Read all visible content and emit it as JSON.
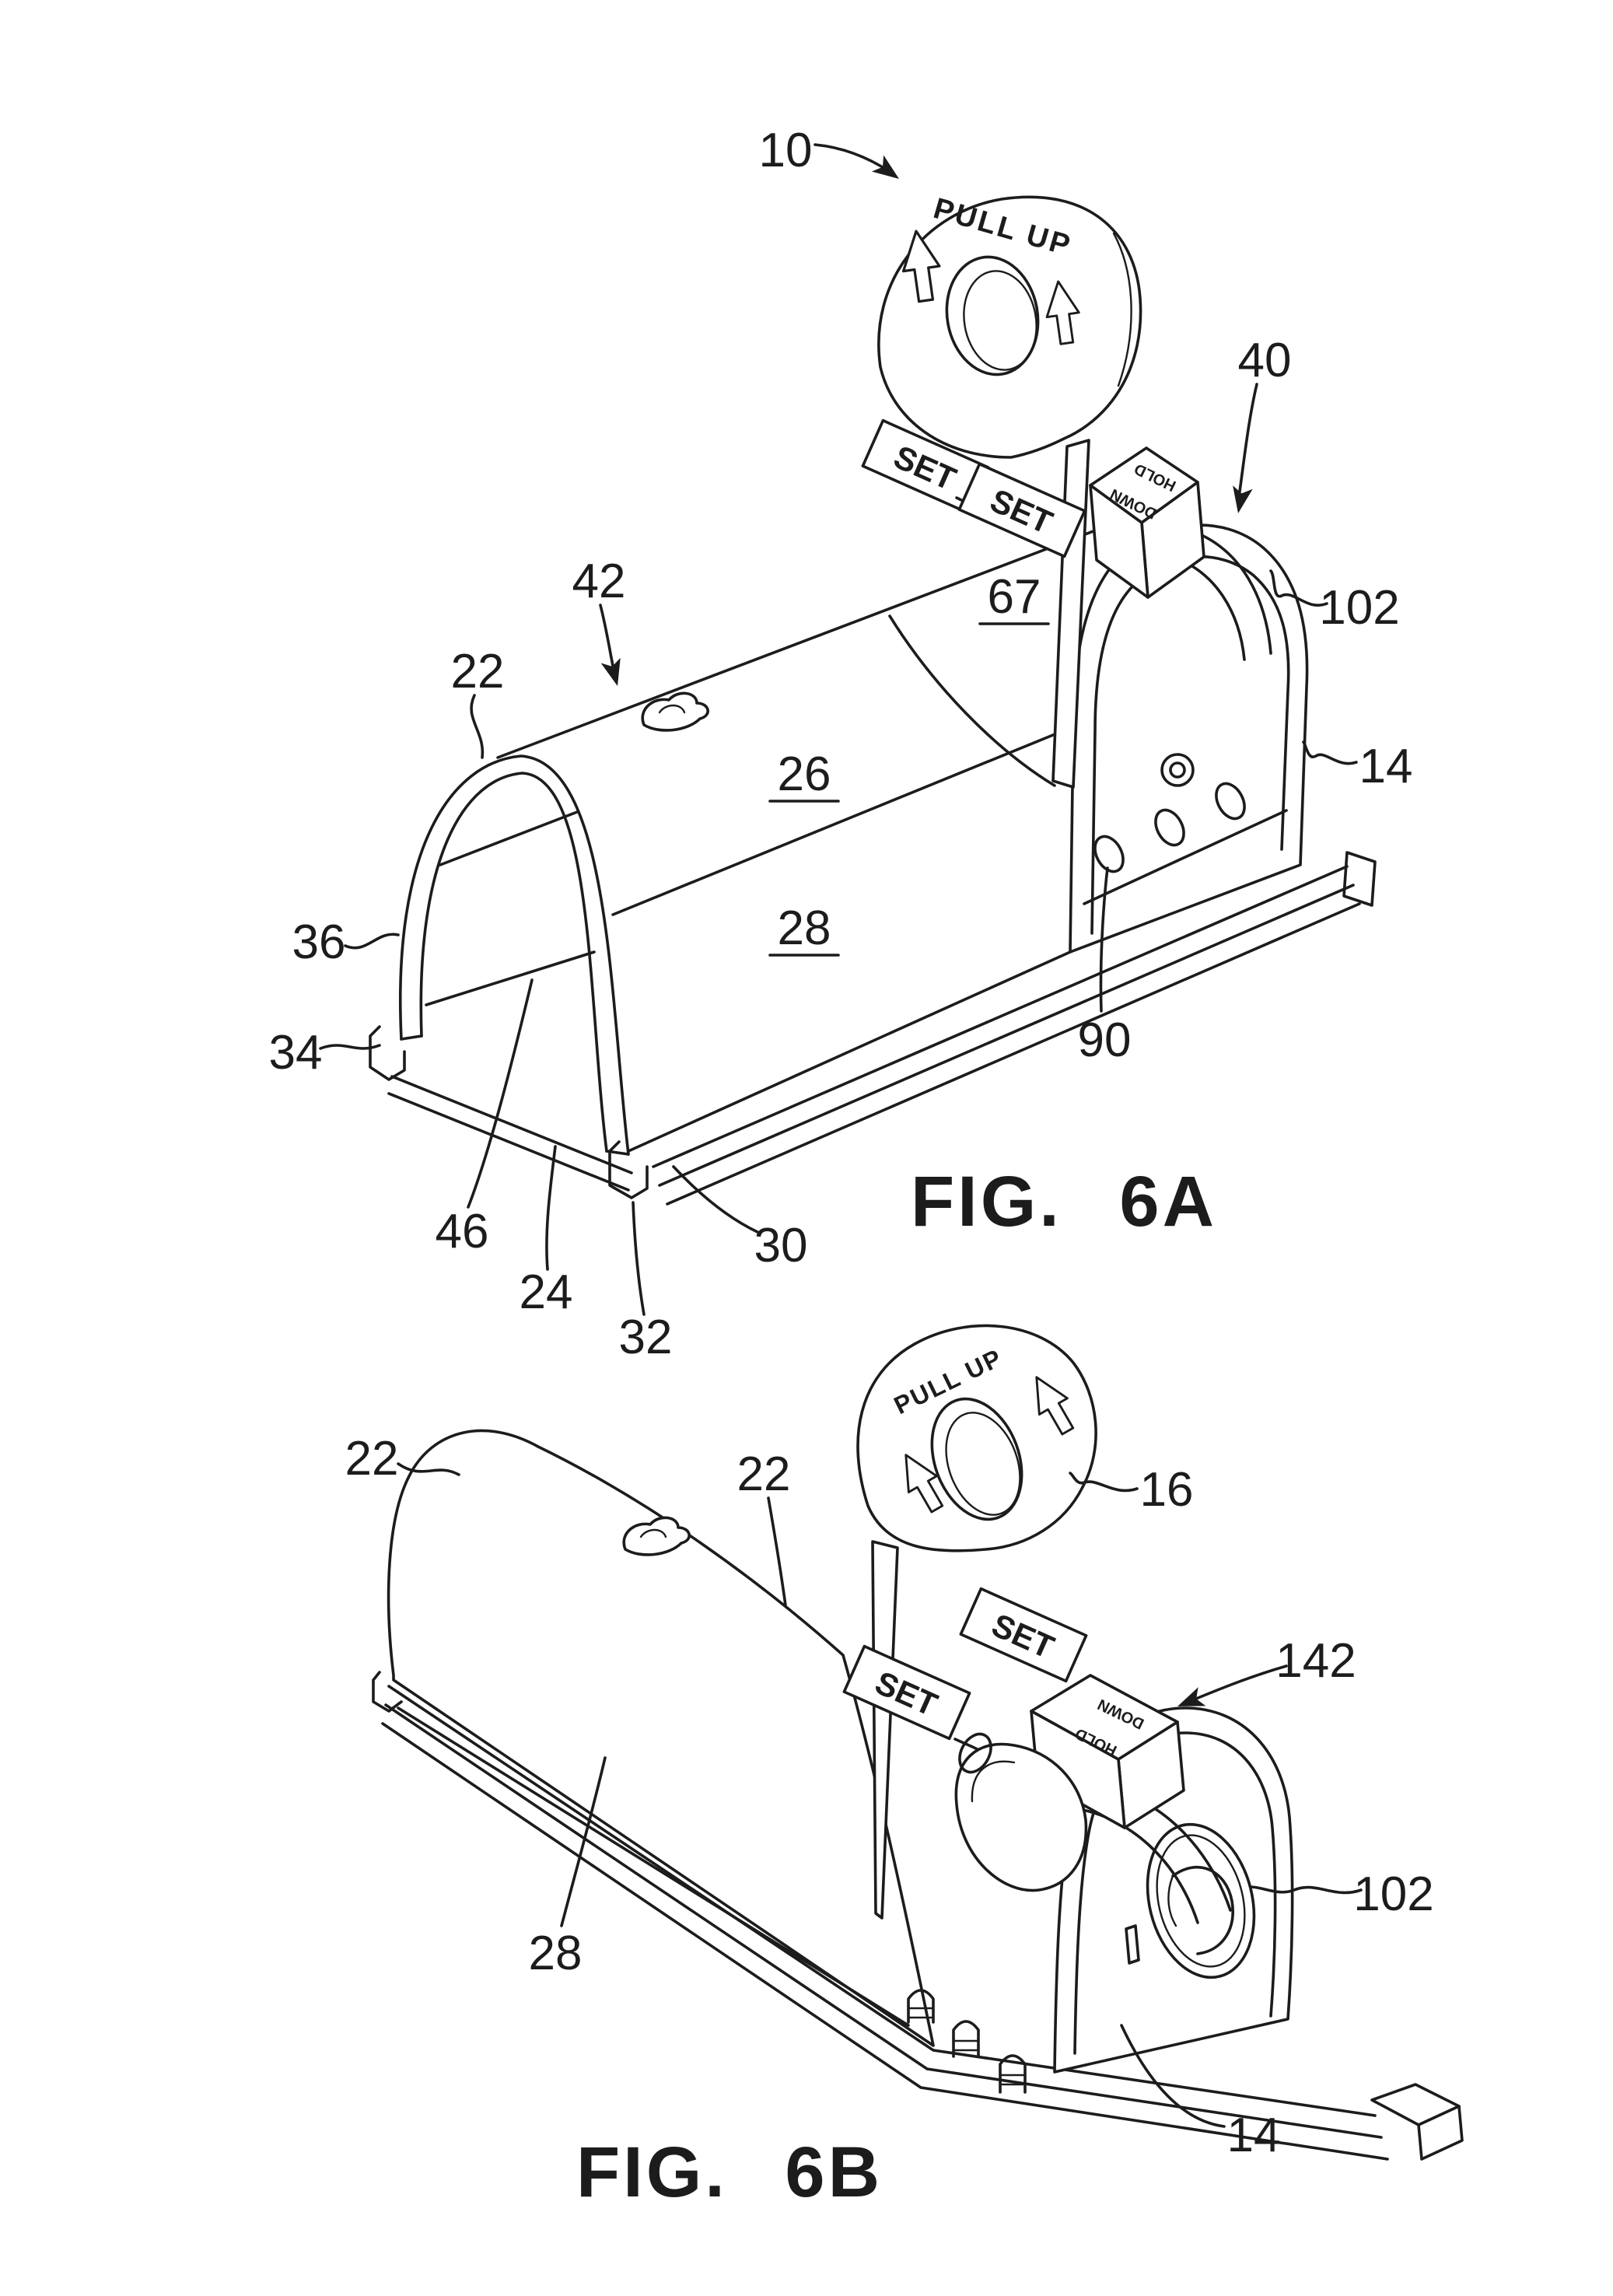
{
  "page": {
    "background": "#ffffff",
    "ink": "#1c1c1c"
  },
  "fig6a": {
    "caption": "FIG. 6A",
    "tab_text": {
      "pull_up": "PULL UP"
    },
    "set_left": "SET",
    "set_right": "SET",
    "hold": "HOLD",
    "down": "DOWN",
    "refs": {
      "r10": "10",
      "r40": "40",
      "r42": "42",
      "r22": "22",
      "r67": "67",
      "r26": "26",
      "r28": "28",
      "r36": "36",
      "r34": "34",
      "r46": "46",
      "r24": "24",
      "r32": "32",
      "r30": "30",
      "r90": "90",
      "r102": "102",
      "r14": "14"
    }
  },
  "fig6b": {
    "caption": "FIG. 6B",
    "tab_text": {
      "pull_up": "PULL UP"
    },
    "set_left": "SET",
    "set_right": "SET",
    "hold": "HOLD",
    "down": "DOWN",
    "refs": {
      "r22_left": "22",
      "r22_mid": "22",
      "r16": "16",
      "r142": "142",
      "r102": "102",
      "r28": "28",
      "r14": "14"
    }
  }
}
